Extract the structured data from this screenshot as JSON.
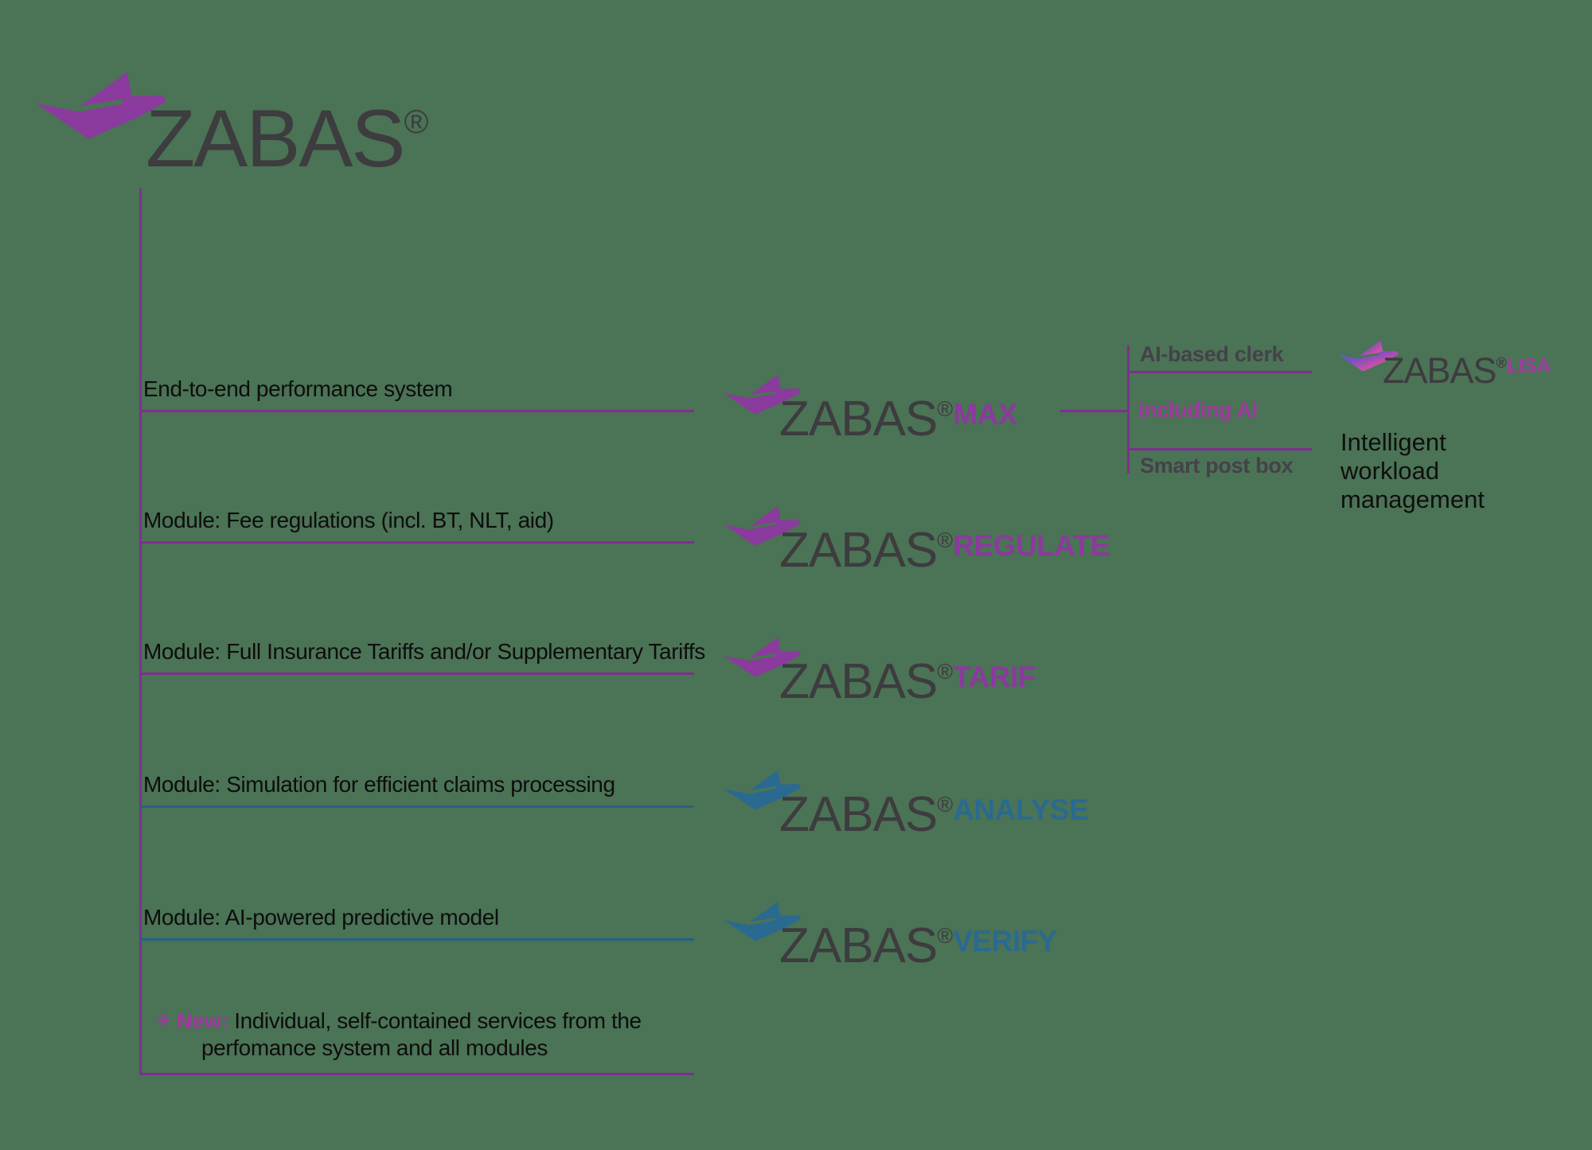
{
  "background": "#4b7355",
  "colors": {
    "purple": "#8b3a9e",
    "purple_line": "#7e2f90",
    "magenta": "#a039a0",
    "blue": "#2a6a91",
    "blue_line": "#27608a",
    "dark": "#3d3c3f",
    "bracket_text": "#45414b",
    "black": "#0d0d0d"
  },
  "brand": {
    "name": "ZABAS",
    "reg": "®"
  },
  "left_rows": [
    {
      "label": "End-to-end performance system",
      "line_color": "#7e2f90"
    },
    {
      "label": "Module: Fee regulations (incl. BT, NLT, aid)",
      "line_color": "#7e2f90"
    },
    {
      "label": "Module: Full Insurance Tariffs and/or Supplementary Tariffs",
      "line_color": "#7e2f90"
    },
    {
      "label": "Module: Simulation for efficient claims processing",
      "line_color": "#27608a"
    },
    {
      "label": "Module: AI-powered predictive model",
      "line_color": "#27608a"
    }
  ],
  "new_row": {
    "plus": "+",
    "prefix": "New:",
    "text": " Individual, self-contained services from the perfomance system and all modules"
  },
  "products": [
    {
      "name": "ZABAS",
      "reg": "®",
      "suffix": "MAX",
      "suffix_color": "#8b3a9e",
      "icon_color": "#8b3a9e"
    },
    {
      "name": "ZABAS",
      "reg": "®",
      "suffix": "REGULATE",
      "suffix_color": "#8b3a9e",
      "icon_color": "#8b3a9e"
    },
    {
      "name": "ZABAS",
      "reg": "®",
      "suffix": "TARIF",
      "suffix_color": "#8b3a9e",
      "icon_color": "#8b3a9e"
    },
    {
      "name": "ZABAS",
      "reg": "®",
      "suffix": "ANALYSE",
      "suffix_color": "#2a6a91",
      "icon_color": "#2a6a91"
    },
    {
      "name": "ZABAS",
      "reg": "®",
      "suffix": "VERIFY",
      "suffix_color": "#2a6a91",
      "icon_color": "#2a6a91"
    }
  ],
  "max_details": [
    {
      "label": "AI-based clerk",
      "color": "#45414b"
    },
    {
      "label": "including AI",
      "color": "#a039a0"
    },
    {
      "label": "Smart post box",
      "color": "#45414b"
    }
  ],
  "lisa": {
    "name": "ZABAS",
    "reg": "®",
    "suffix": "LISA",
    "caption_lines": [
      "Intelligent",
      "workload",
      "management"
    ]
  }
}
